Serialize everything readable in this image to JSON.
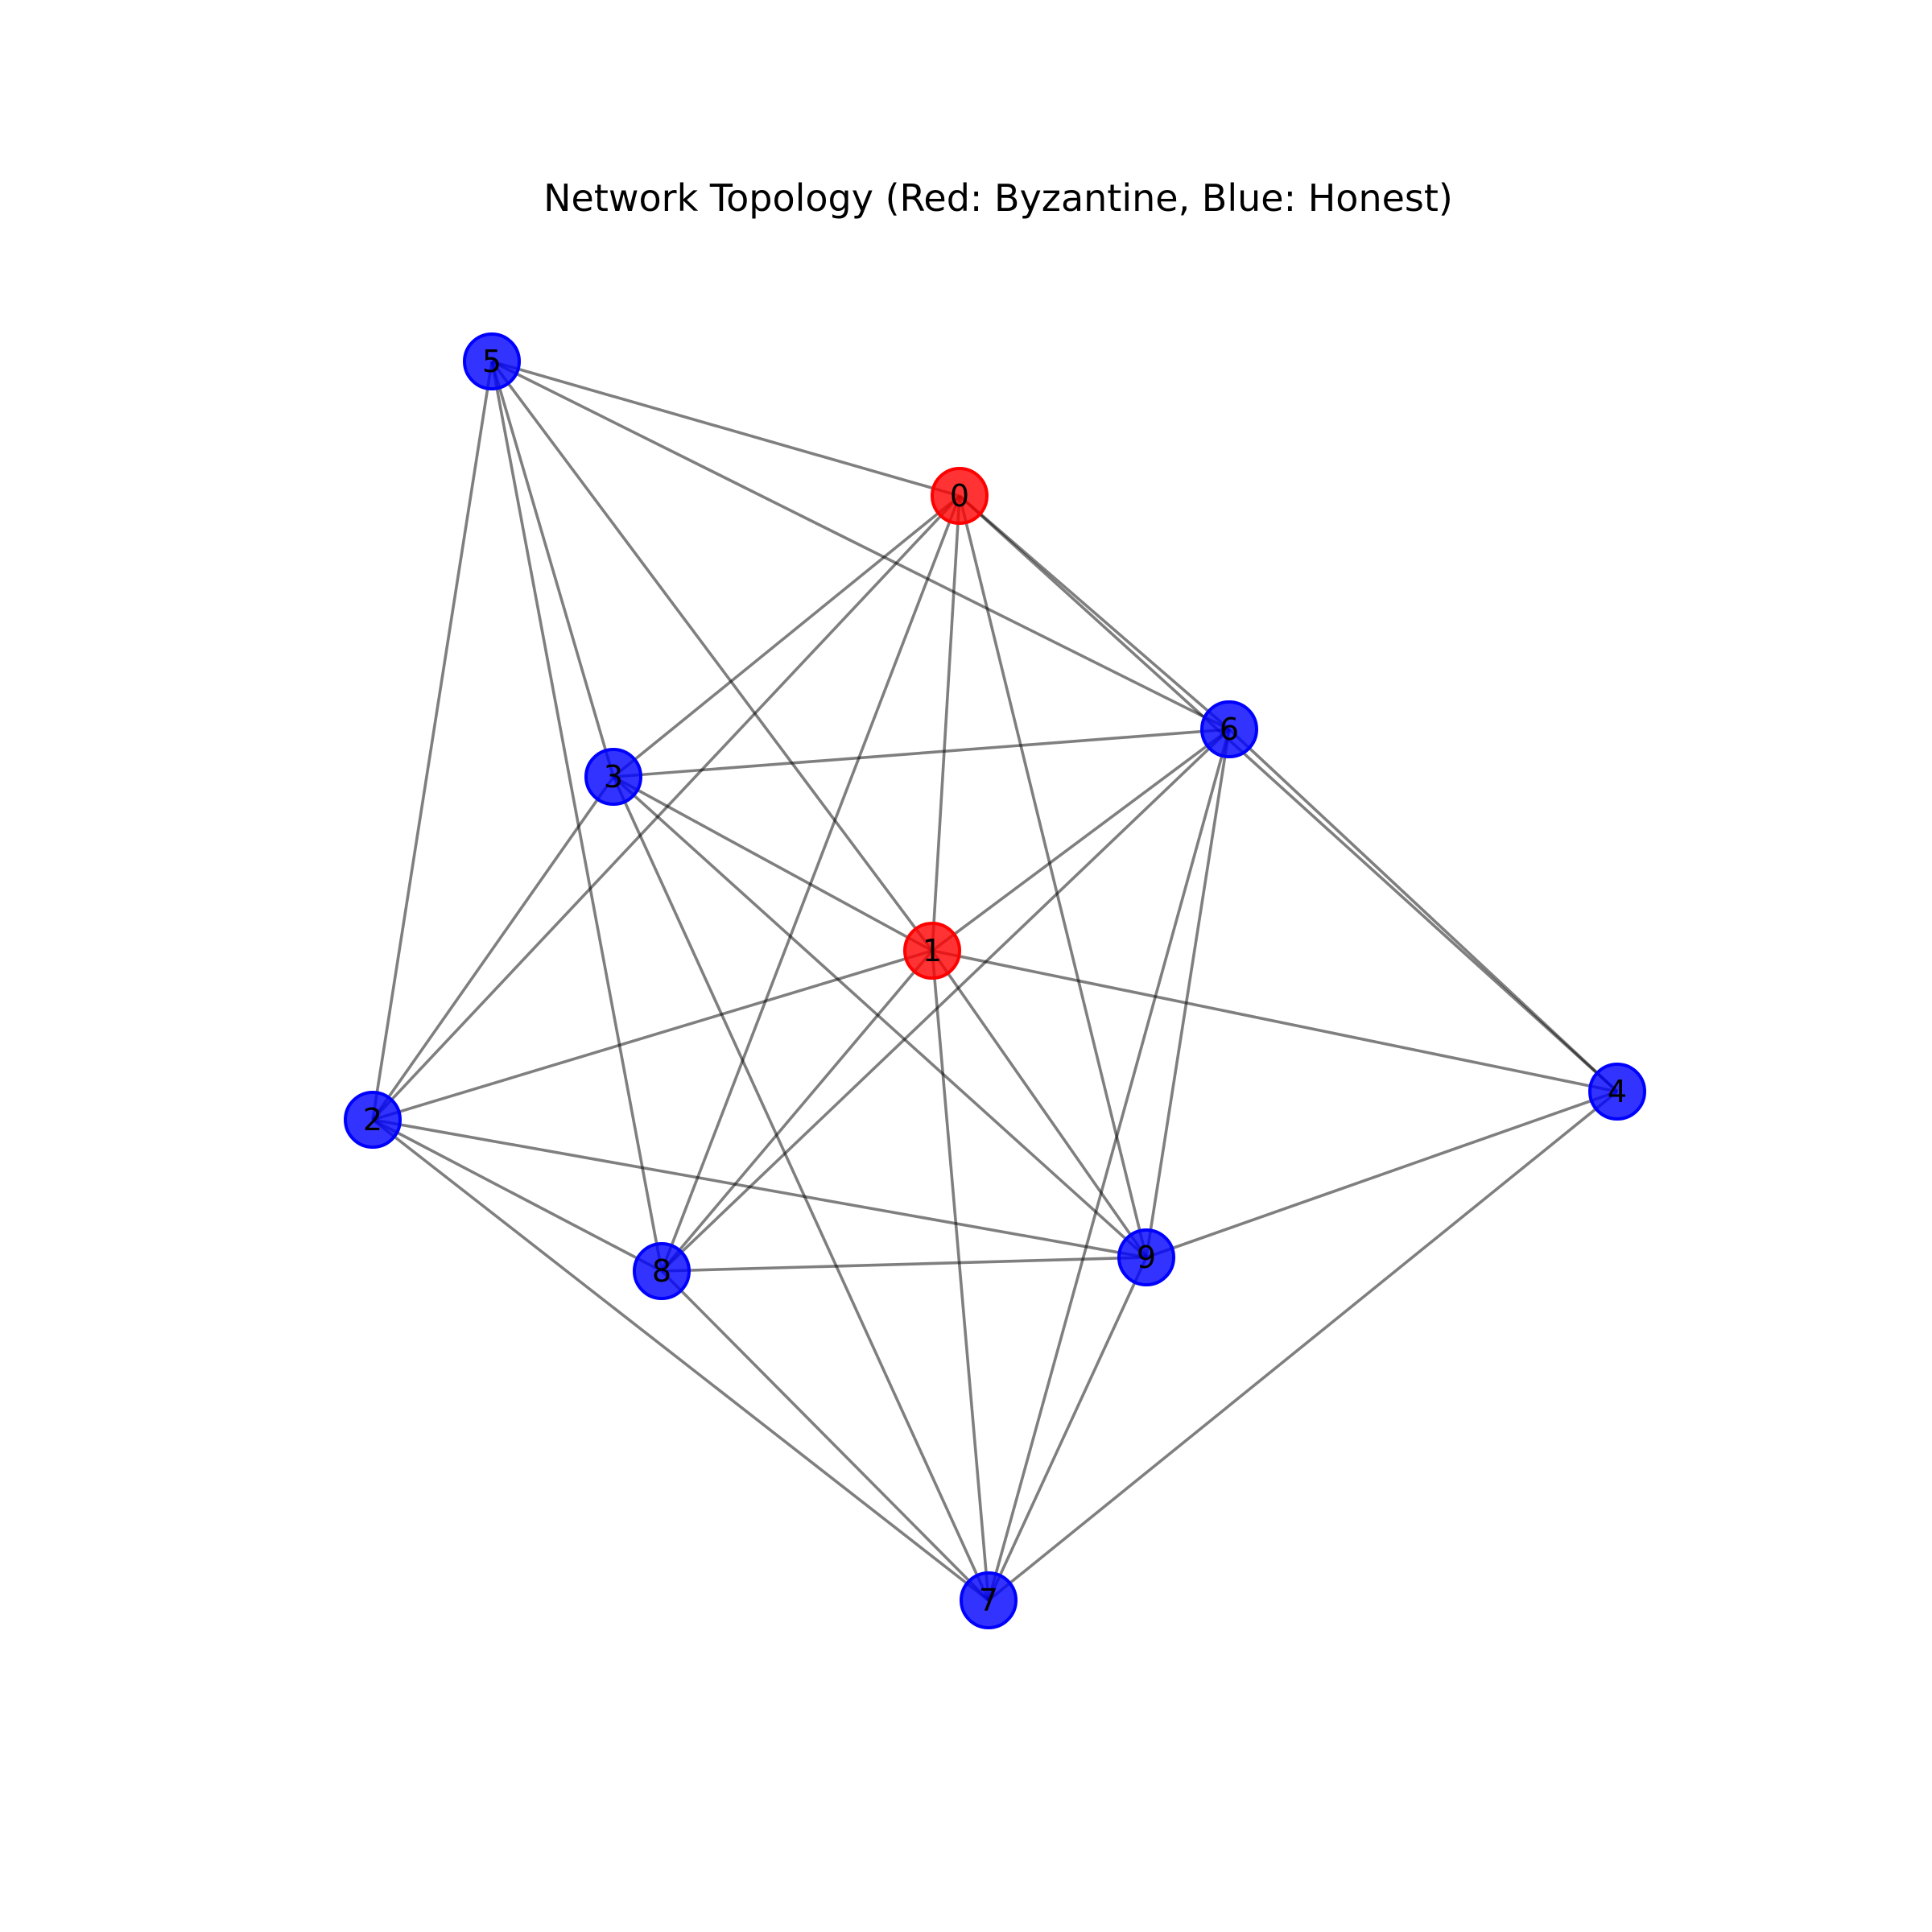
{
  "figure": {
    "title": "Network Topology (Red: Byzantine, Blue: Honest)"
  },
  "legend_colors": {
    "byzantine": "#ff0000",
    "honest": "#0000ff",
    "edge": "#000000"
  },
  "graph": {
    "nodes": [
      {
        "id": "0",
        "label": "0",
        "type": "byzantine"
      },
      {
        "id": "1",
        "label": "1",
        "type": "byzantine"
      },
      {
        "id": "2",
        "label": "2",
        "type": "honest"
      },
      {
        "id": "3",
        "label": "3",
        "type": "honest"
      },
      {
        "id": "4",
        "label": "4",
        "type": "honest"
      },
      {
        "id": "5",
        "label": "5",
        "type": "honest"
      },
      {
        "id": "6",
        "label": "6",
        "type": "honest"
      },
      {
        "id": "7",
        "label": "7",
        "type": "honest"
      },
      {
        "id": "8",
        "label": "8",
        "type": "honest"
      },
      {
        "id": "9",
        "label": "9",
        "type": "honest"
      }
    ],
    "edges": [
      [
        "5",
        "0"
      ],
      [
        "5",
        "6"
      ],
      [
        "5",
        "1"
      ],
      [
        "5",
        "3"
      ],
      [
        "5",
        "8"
      ],
      [
        "5",
        "2"
      ],
      [
        "0",
        "3"
      ],
      [
        "0",
        "2"
      ],
      [
        "0",
        "8"
      ],
      [
        "0",
        "1"
      ],
      [
        "0",
        "9"
      ],
      [
        "0",
        "6"
      ],
      [
        "0",
        "4"
      ],
      [
        "3",
        "6"
      ],
      [
        "3",
        "1"
      ],
      [
        "3",
        "2"
      ],
      [
        "3",
        "9"
      ],
      [
        "3",
        "7"
      ],
      [
        "6",
        "1"
      ],
      [
        "6",
        "8"
      ],
      [
        "6",
        "9"
      ],
      [
        "6",
        "7"
      ],
      [
        "6",
        "4"
      ],
      [
        "1",
        "2"
      ],
      [
        "1",
        "4"
      ],
      [
        "1",
        "8"
      ],
      [
        "1",
        "9"
      ],
      [
        "1",
        "7"
      ],
      [
        "2",
        "9"
      ],
      [
        "2",
        "8"
      ],
      [
        "2",
        "7"
      ],
      [
        "8",
        "9"
      ],
      [
        "8",
        "7"
      ],
      [
        "9",
        "4"
      ],
      [
        "9",
        "7"
      ],
      [
        "4",
        "7"
      ]
    ]
  }
}
